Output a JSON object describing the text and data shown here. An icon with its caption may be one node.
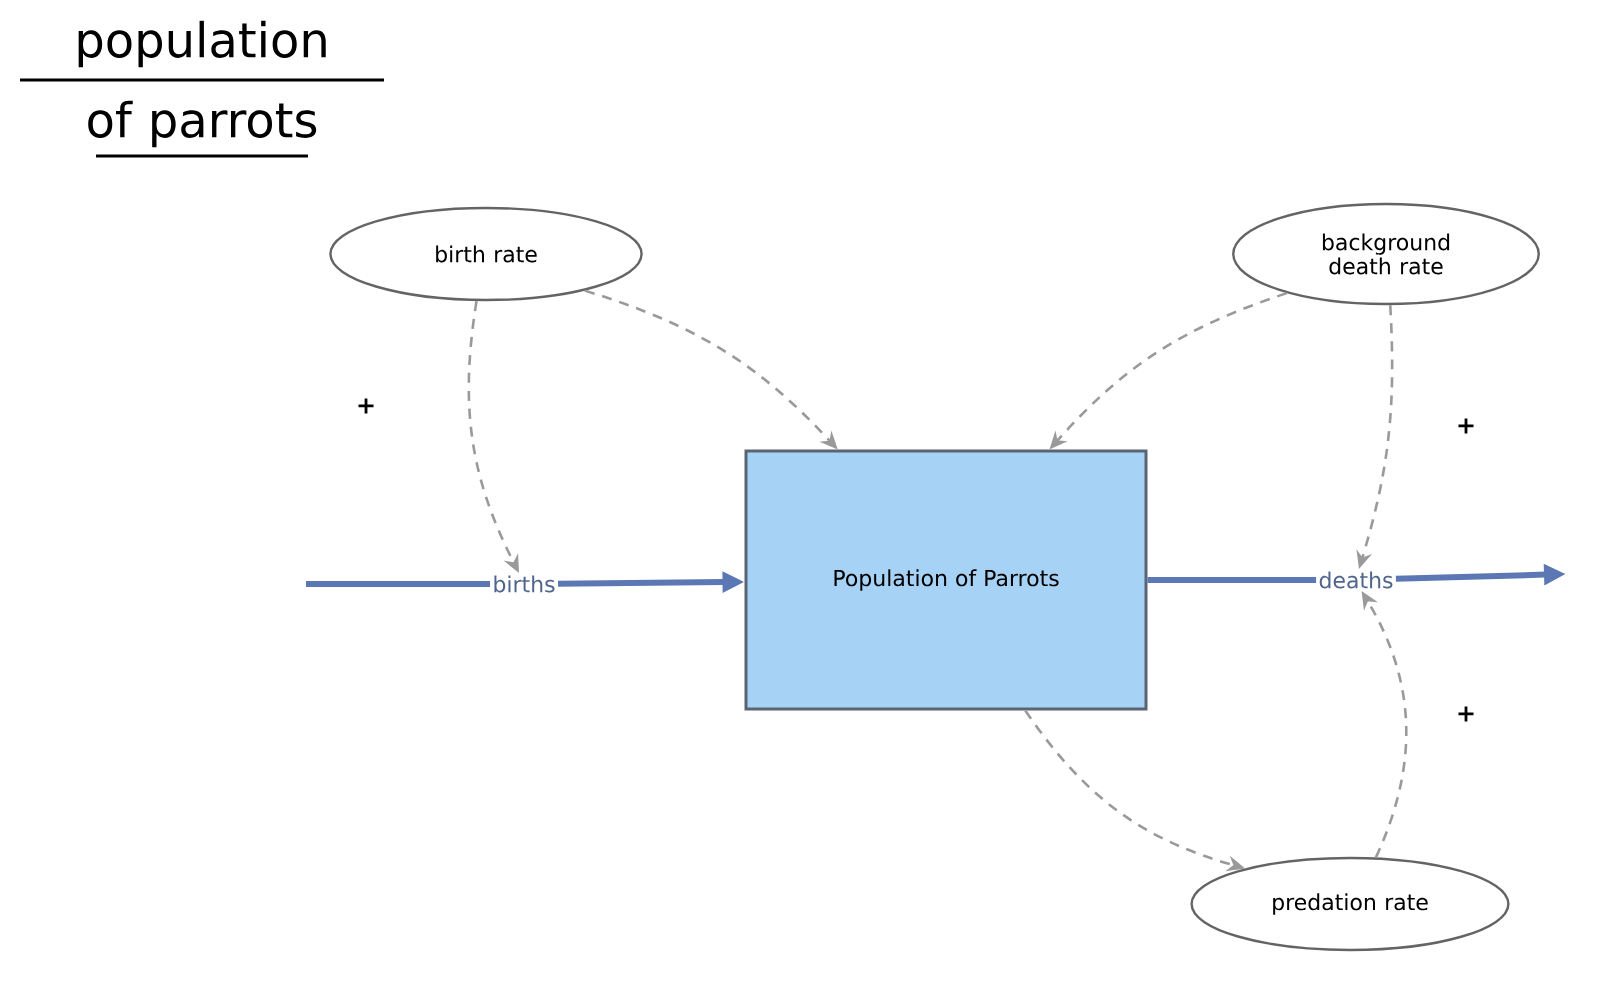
{
  "diagram": {
    "title": "population of parrots",
    "nodes": [
      {
        "text": [
          "birth rate"
        ]
      },
      {
        "text": [
          "background death rate"
        ]
      },
      {
        "text": [
          "Population of Parrots"
        ]
      },
      {
        "text": [
          "births"
        ]
      },
      {
        "text": [
          "deaths"
        ]
      },
      {
        "text": [
          "predation rate"
        ]
      }
    ],
    "edges": [
      {
        "from": null,
        "to": 3,
        "arrow": "none",
        "style": "thick",
        "color": "#5b78b4"
      },
      {
        "from": 3,
        "to": 2,
        "arrow": "to",
        "style": "thick",
        "color": "#5b78b4"
      },
      {
        "from": 2,
        "to": 4,
        "arrow": "none",
        "style": "thick",
        "color": "#5b78b4"
      },
      {
        "from": 4,
        "to": null,
        "arrow": "to",
        "style": "thick",
        "color": "#5b78b4"
      },
      {
        "from": 0,
        "to": 3,
        "arrow": "to",
        "style": "dashed"
      },
      {
        "from": 0,
        "to": 2,
        "arrow": "to",
        "style": "dashed"
      },
      {
        "from": 1,
        "to": 2,
        "arrow": "to",
        "style": "dashed"
      },
      {
        "from": 1,
        "to": 4,
        "arrow": "to",
        "style": "dashed"
      },
      {
        "from": 2,
        "to": 5,
        "arrow": "to",
        "style": "dashed"
      },
      {
        "from": 5,
        "to": 4,
        "arrow": "to",
        "style": "dashed"
      }
    ],
    "labels": [
      "+",
      "+",
      "+"
    ]
  }
}
